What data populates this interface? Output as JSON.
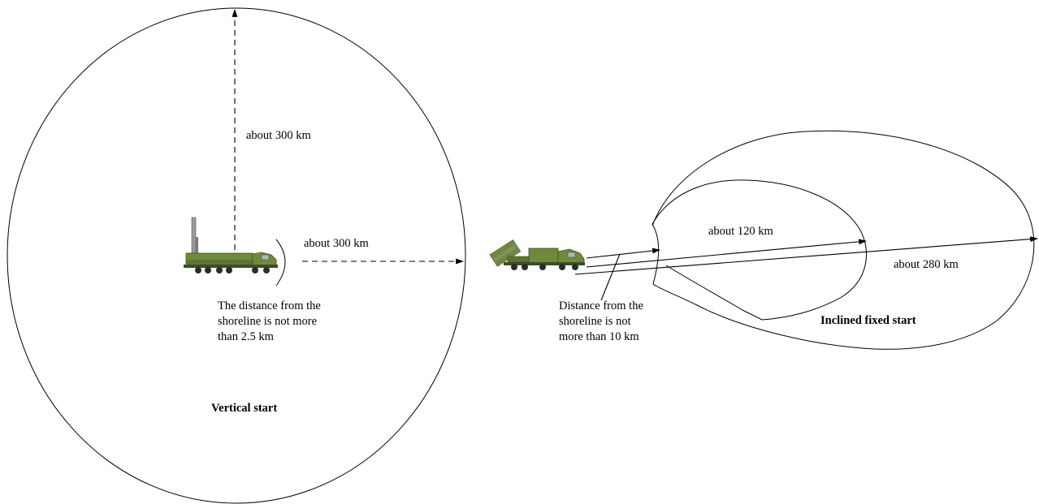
{
  "left_zone": {
    "range_up_label": "about 300 km",
    "range_right_label": "about 300 km",
    "note_lines": [
      "The distance from the",
      "shoreline is not more",
      "than 2.5 km"
    ],
    "title": "Vertical start"
  },
  "right_zone": {
    "note_lines": [
      "Distance from the",
      "shoreline is not",
      "more than 10 km"
    ],
    "range_inner_label": "about 120 km",
    "range_outer_label": "about 280 km",
    "title": "Inclined fixed start"
  },
  "colors": {
    "vehicle_green": "#6f8a3c",
    "vehicle_dark": "#3f4d24",
    "wheel": "#2b2b2b",
    "mast": "#9a9a9a"
  }
}
